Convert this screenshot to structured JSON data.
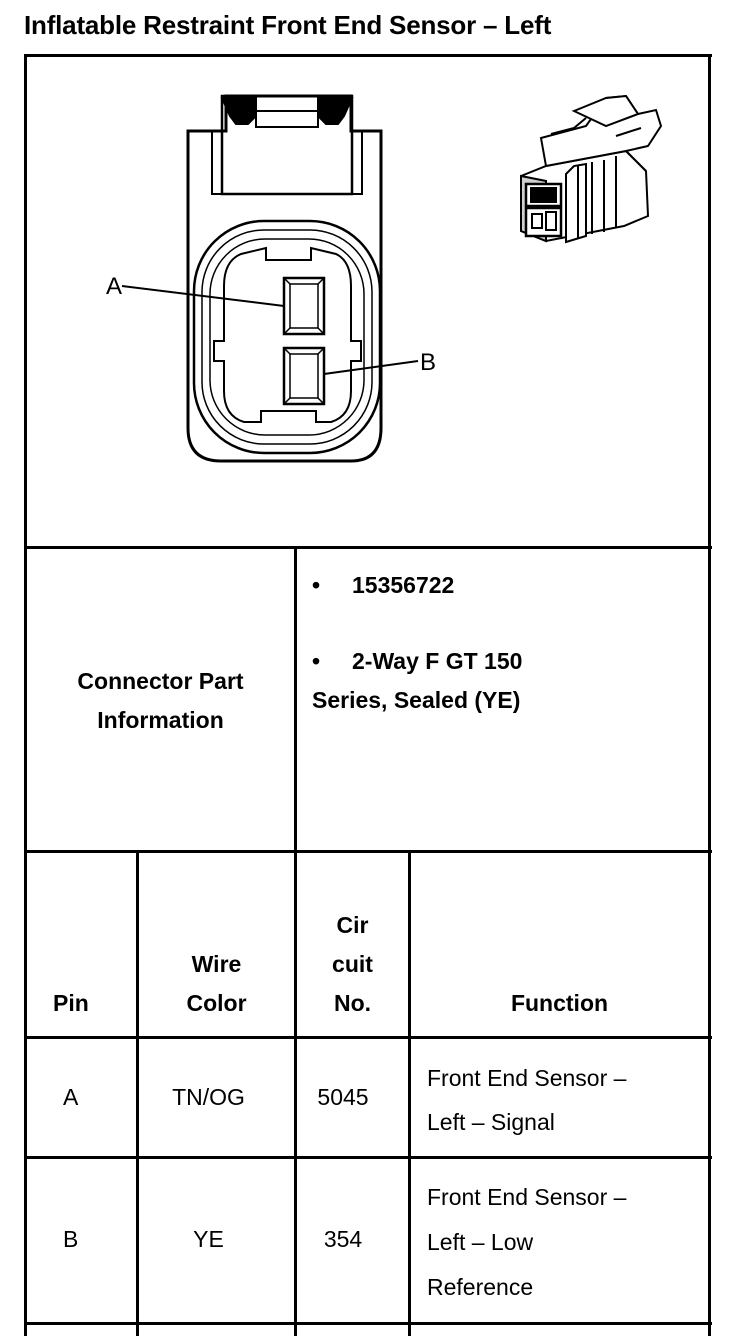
{
  "title": "Inflatable Restraint Front End Sensor – Left",
  "diagram": {
    "pin_a_label": "A",
    "pin_b_label": "B"
  },
  "part_info": {
    "label_line1": "Connector Part",
    "label_line2": "Information",
    "bullet": "•",
    "part_number": "15356722",
    "desc_line1": "2-Way F GT 150",
    "desc_line2": "Series, Sealed (YE)"
  },
  "table": {
    "headers": {
      "pin": "Pin",
      "wire_line1": "Wire",
      "wire_line2": "Color",
      "circuit_line1": "Cir",
      "circuit_line2": "cuit",
      "circuit_line3": "No.",
      "function": "Function"
    },
    "rows": [
      {
        "pin": "A",
        "wire_color": "TN/OG",
        "circuit": "5045",
        "function_lines": [
          "Front End Sensor –",
          "Left – Signal"
        ]
      },
      {
        "pin": "B",
        "wire_color": "YE",
        "circuit": "354",
        "function_lines": [
          "Front End Sensor –",
          "Left – Low",
          "Reference"
        ]
      }
    ]
  }
}
